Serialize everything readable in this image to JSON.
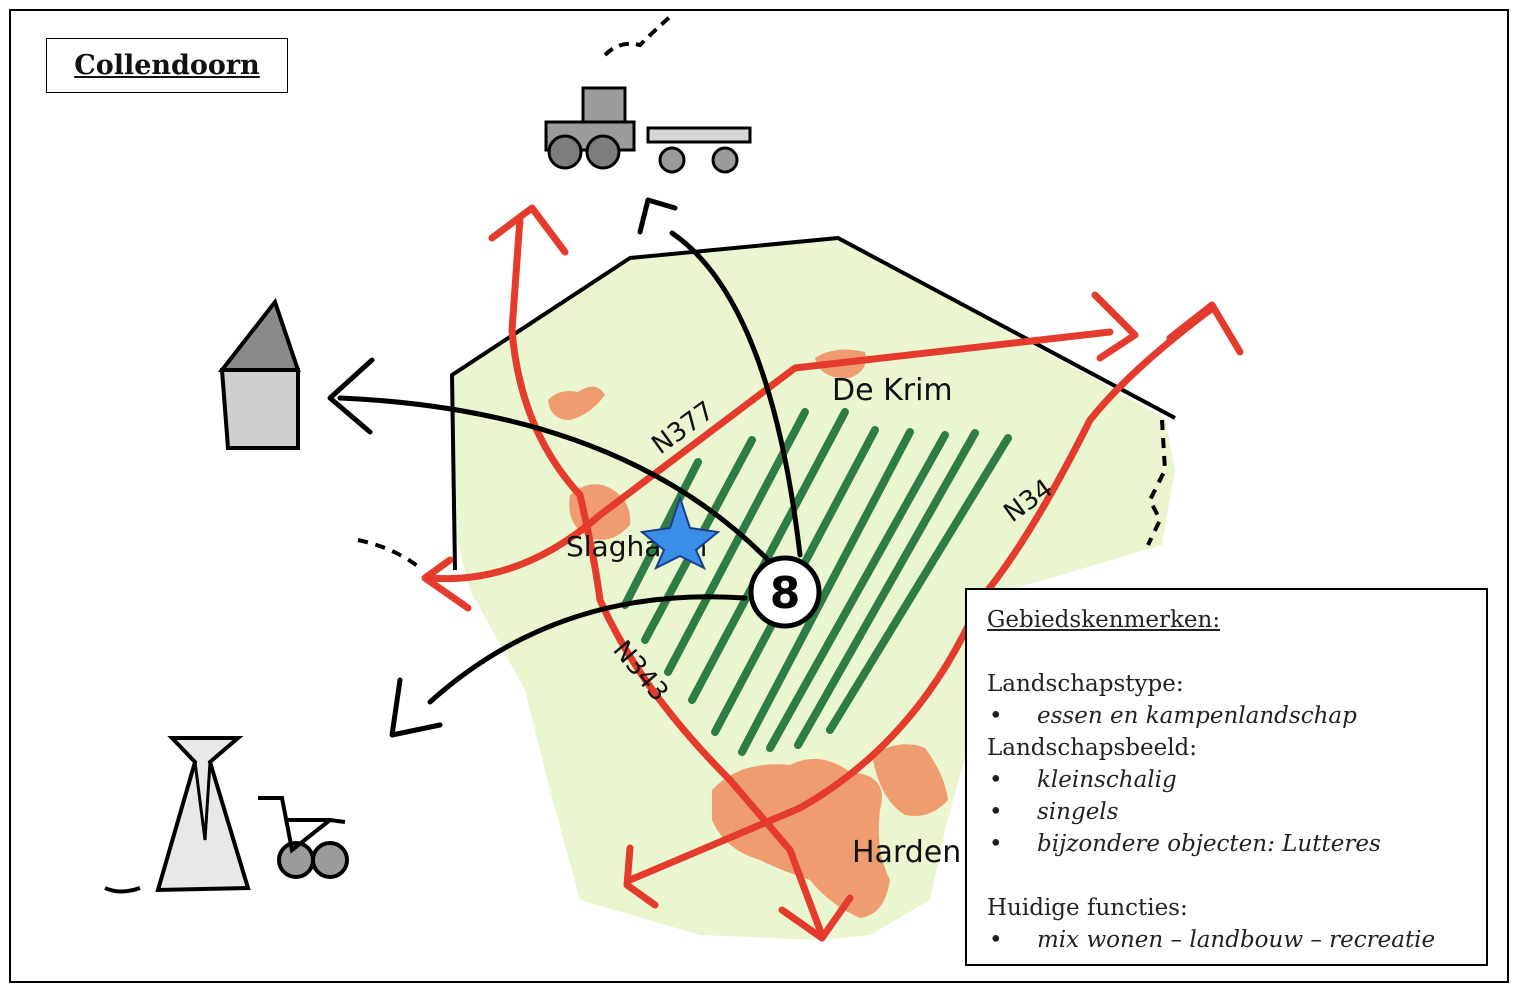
{
  "title": "Collendoorn",
  "map": {
    "places": [
      "De Krim",
      "Slagharen",
      "Harden"
    ],
    "roads": [
      "N377",
      "N34",
      "N343"
    ],
    "marker_number": "8",
    "marker_icon": "blue-star-icon",
    "icons": [
      "tractor-icon",
      "church-icon",
      "tent-icon",
      "bicycle-icon"
    ],
    "colors": {
      "area_fill": "#eaf6cf",
      "built_up": "#ef9d70",
      "road_arrow": "#e53b2c",
      "hatch": "#2e7d46",
      "star": "#3b8ee8"
    }
  },
  "legend": {
    "heading": "Gebiedskenmerken:",
    "landscape_type_label": "Landschapstype:",
    "landscape_type_items": [
      "essen en kampenlandschap"
    ],
    "landscape_image_label": "Landschapsbeeld:",
    "landscape_image_items": [
      "kleinschalig",
      "singels",
      "bijzondere objecten: Lutteres"
    ],
    "functions_label": "Huidige functies:",
    "functions_items": [
      "mix wonen – landbouw – recreatie"
    ]
  }
}
